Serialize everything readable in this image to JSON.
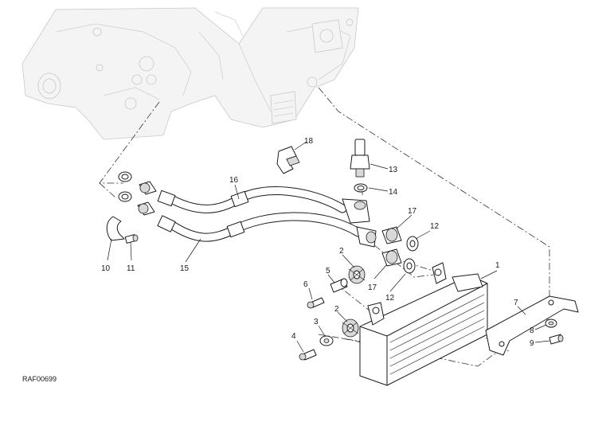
{
  "callouts": {
    "c1": "1",
    "c2a": "2",
    "c2b": "2",
    "c3": "3",
    "c4": "4",
    "c5": "5",
    "c6": "6",
    "c7": "7",
    "c8": "8",
    "c9": "9",
    "c10": "10",
    "c11": "11",
    "c12a": "12",
    "c12b": "12",
    "c13": "13",
    "c14": "14",
    "c15": "15",
    "c16": "16",
    "c17a": "17",
    "c17b": "17",
    "c18": "18"
  },
  "reference_code": "RAF00699"
}
